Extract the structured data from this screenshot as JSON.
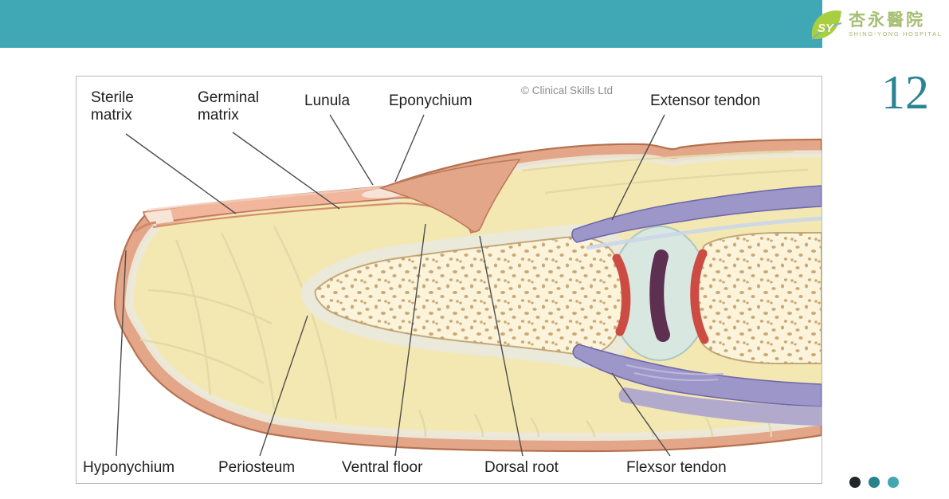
{
  "header": {
    "logo": {
      "monogram": "SY",
      "hospital_name_zh": "杏永醫院",
      "hospital_name_en": "SHING-YONG HOSPITAL"
    }
  },
  "slide": {
    "page_number": "12"
  },
  "diagram": {
    "credit": "© Clinical Skills Ltd",
    "labels": {
      "sterile_matrix": "Sterile matrix",
      "germinal_matrix": "Germinal matrix",
      "lunula": "Lunula",
      "eponychium": "Eponychium",
      "extensor_tendon": "Extensor tendon",
      "hyponychium": "Hyponychium",
      "periosteum": "Periosteum",
      "ventral_floor": "Ventral floor",
      "dorsal_root": "Dorsal root",
      "flexor_tendon": "Flexsor tendon"
    }
  },
  "theme": {
    "accent_teal": "#3fa8b4",
    "page_number_color": "#2b8494",
    "progress_dots": [
      "#20262b",
      "#27828c",
      "#42a7b1"
    ],
    "diagram_colors": {
      "skin": "#e3a689",
      "nail": "#f2b69d",
      "fat": "#f4e8b2",
      "bone": "#fbf4da",
      "tendon": "#9d96c8",
      "joint_red": "#cc4b42",
      "joint_space": "#5d3052",
      "capsule": "#d8e7e0"
    }
  }
}
